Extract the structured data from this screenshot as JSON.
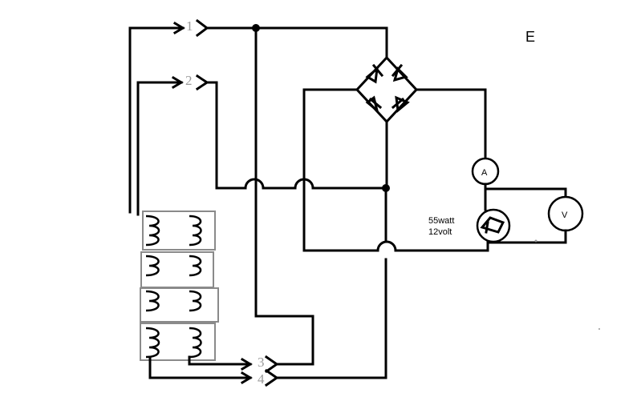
{
  "diagram": {
    "corner_label": "E",
    "terminals": [
      "1",
      "2",
      "3",
      "4"
    ],
    "ammeter_label": "A",
    "voltmeter_label": "V",
    "lamp_rating": {
      "power": "55watt",
      "voltage": "12volt"
    }
  }
}
